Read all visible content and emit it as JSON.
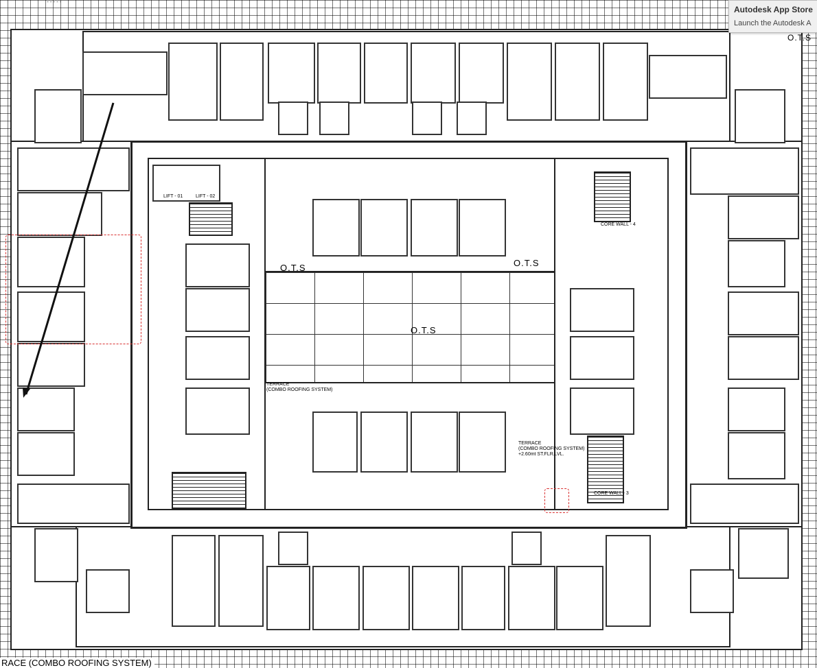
{
  "drawing": {
    "labels": {
      "ots_top_right": "O.T.S",
      "ots_left": "O.T.S",
      "ots_right": "O.T.S",
      "ots_center": "O.T.S",
      "bottom_left": "RACE (COMBO ROOFING SYSTEM)"
    },
    "notes": {
      "terrace_south": "TERRACE\n(COMBO ROOFING SYSTEM)\n+2.60mt ST.FLR.LVL.",
      "terrace_north": "TERRACE\n(COMBO ROOFING SYSTEM)",
      "lift_1": "LIFT - 01",
      "lift_2": "LIFT - 02",
      "core_wall_3": "CORE WALL - 3",
      "core_wall_4": "CORE WALL - 4"
    },
    "colors": {
      "line": "#222222",
      "revision_cloud": "#d93030",
      "background": "#ffffff"
    }
  },
  "tooltip": {
    "title": "Autodesk App Store",
    "description": "Launch the Autodesk A"
  }
}
